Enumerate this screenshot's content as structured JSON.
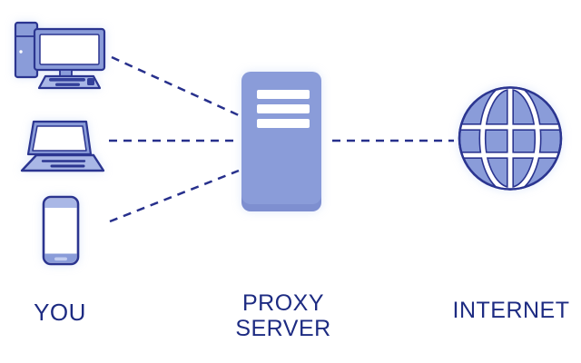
{
  "labels": {
    "you": "YOU",
    "proxy_server": "PROXY\nSERVER",
    "internet": "INTERNET"
  },
  "icons": [
    {
      "name": "desktop-computer-icon",
      "group": "you"
    },
    {
      "name": "laptop-icon",
      "group": "you"
    },
    {
      "name": "smartphone-icon",
      "group": "you"
    },
    {
      "name": "proxy-server-icon",
      "group": "proxy-server"
    },
    {
      "name": "globe-icon",
      "group": "internet"
    }
  ],
  "connections": [
    {
      "from": "desktop-computer",
      "to": "proxy-server",
      "style": "dashed"
    },
    {
      "from": "laptop",
      "to": "proxy-server",
      "style": "dashed"
    },
    {
      "from": "smartphone",
      "to": "proxy-server",
      "style": "dashed"
    },
    {
      "from": "proxy-server",
      "to": "internet",
      "style": "dashed"
    }
  ],
  "colors": {
    "bg": "#ffffff",
    "navy": "#2b3590",
    "text": "#1d2b82",
    "dash": "#27308c",
    "fill": "#8a9cd9",
    "fillLight": "#a9b7e6",
    "fillDark": "#7e8fd0",
    "keyDark": "#33409a",
    "white": "#ffffff",
    "pill": "#c3cdf0"
  }
}
